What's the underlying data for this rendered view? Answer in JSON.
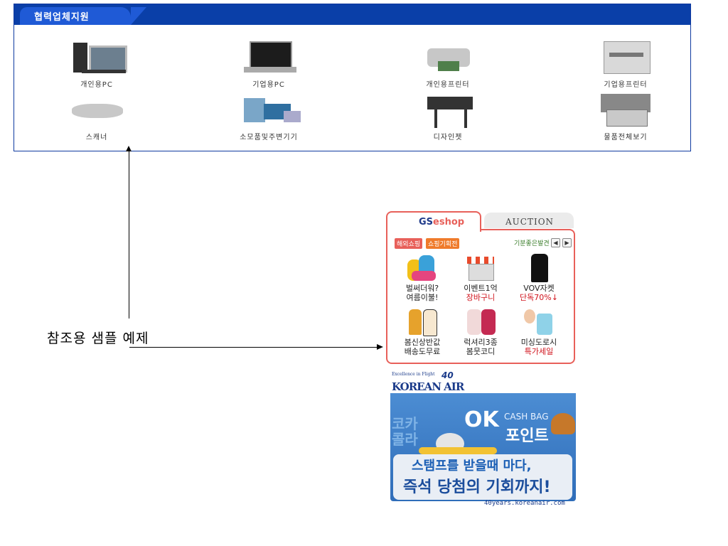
{
  "partner": {
    "title": "협력업체지원",
    "products": [
      {
        "label": "개인용PC",
        "icon": "desktop-pc-icon"
      },
      {
        "label": "기업용PC",
        "icon": "laptop-icon"
      },
      {
        "label": "개인용프린터",
        "icon": "photo-printer-icon"
      },
      {
        "label": "기업용프린터",
        "icon": "office-printer-icon"
      },
      {
        "label": "스캐너",
        "icon": "scanner-icon"
      },
      {
        "label": "소모품및주변기기",
        "icon": "supplies-icon"
      },
      {
        "label": "디자인젯",
        "icon": "designjet-icon"
      },
      {
        "label": "물품전체보기",
        "icon": "all-products-icon"
      }
    ]
  },
  "annotation": {
    "note": "참조용 샘플 예제"
  },
  "gsshop": {
    "tab_gs_prefix": "GS",
    "tab_gs_suffix": "eshop",
    "tab_auction": "AUCTION",
    "category1": "해외쇼핑",
    "category2": "쇼핑기획전",
    "slogan": "기분좋은발견",
    "prev": "◀",
    "next": "▶",
    "items": [
      {
        "line1": "벌써더워?",
        "line2": "여름이불!",
        "highlight": false
      },
      {
        "line1": "이벤트1억",
        "line2": "장바구니",
        "highlight": true
      },
      {
        "line1": "VOV자켓",
        "line2": "단독70%↓",
        "highlight": true
      },
      {
        "line1": "봄신상반값",
        "line2": "배송도무료",
        "highlight": false
      },
      {
        "line1": "럭셔리3종",
        "line2": "봄뭇코디",
        "highlight": false
      },
      {
        "line1": "미싱도로시",
        "line2": "특가세일",
        "highlight": true
      }
    ]
  },
  "koreanair": {
    "tagline": "Excellence in Flight",
    "anniv": "40",
    "logo": "KOREAN AIR",
    "coke": "코카\n콜라",
    "ok": "OK",
    "okpt": "CASH BAG",
    "okpt2": "포인트",
    "line1": "스탬프를 받을때 마다,",
    "line2": "즉석 당첨의 기회까지!",
    "url": "40years.koreanair.com"
  }
}
